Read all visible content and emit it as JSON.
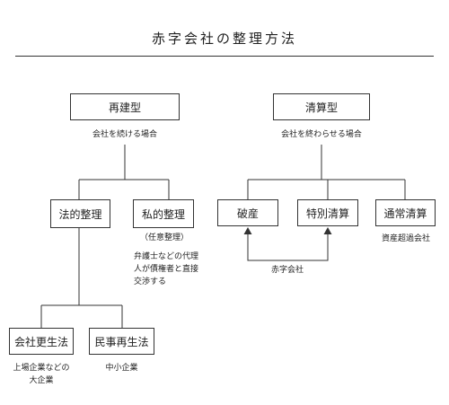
{
  "title": "赤字会社の整理方法",
  "nodes": {
    "rebuild": "再建型",
    "liquidation": "清算型",
    "legal": "法的整理",
    "private": "私的整理",
    "bankruptcy": "破産",
    "special": "特別清算",
    "ordinary": "通常清算",
    "corporate_reorg": "会社更生法",
    "civil_rehab": "民事再生法"
  },
  "captions": {
    "rebuild": "会社を続ける場合",
    "liquidation": "会社を終わらせる場合",
    "private_paren": "（任意整理）",
    "private_desc_1": "弁護士などの代理",
    "private_desc_2": "人が債権者と直接",
    "private_desc_3": "交渉する",
    "ordinary": "資産超過会社",
    "deficit": "赤字会社",
    "corporate_reorg_1": "上場企業などの",
    "corporate_reorg_2": "大企業",
    "civil_rehab": "中小企業"
  }
}
